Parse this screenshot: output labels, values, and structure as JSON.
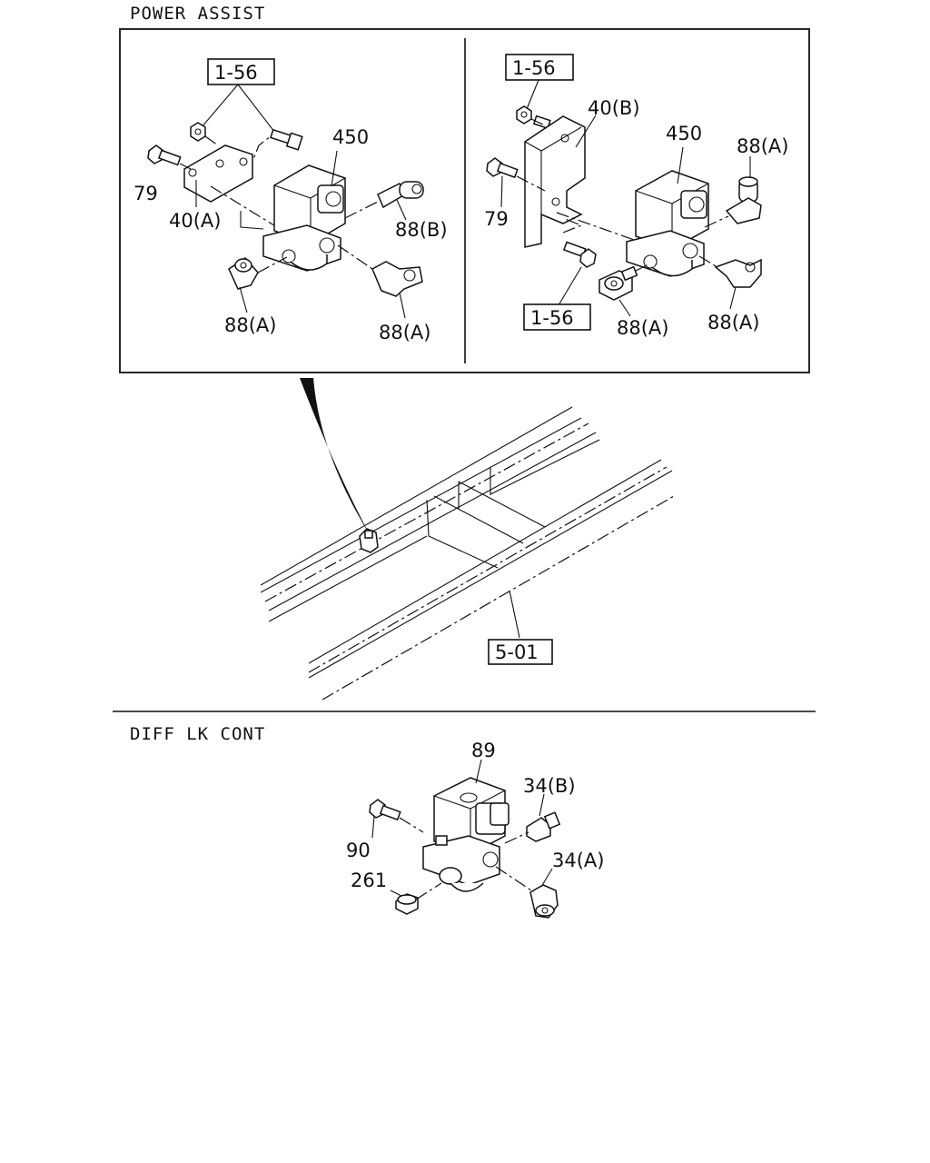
{
  "sections": {
    "power_assist": "POWER ASSIST",
    "diff_lk_cont": "DIFF LK CONT"
  },
  "left_panel": {
    "ref_box": "1-56",
    "bolt": "79",
    "bracket": "40(A)",
    "valve": "450",
    "fitting_b": "88(B)",
    "fitting_a_left": "88(A)",
    "fitting_a_right": "88(A)"
  },
  "right_panel": {
    "ref_box_top": "1-56",
    "ref_box_bottom": "1-56",
    "bracket": "40(B)",
    "bolt": "79",
    "valve": "450",
    "fitting_a_top": "88(A)",
    "fitting_a_mid": "88(A)",
    "fitting_a_right": "88(A)"
  },
  "frame": {
    "ref_box": "5-01"
  },
  "diff": {
    "valve": "89",
    "fitting_b": "34(B)",
    "bolt": "90",
    "plug": "261",
    "fitting_a": "34(A)"
  }
}
